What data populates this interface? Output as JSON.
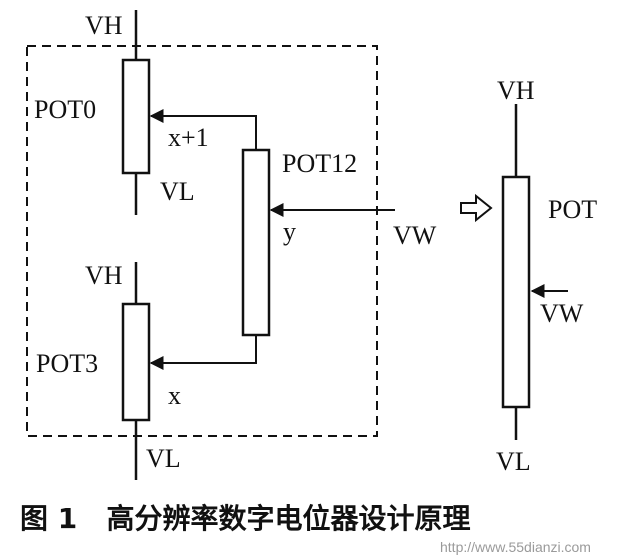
{
  "labels": {
    "pot0_vh": "VH",
    "pot0_name": "POT0",
    "pot0_vl": "VL",
    "x_plus_1": "x+1",
    "pot12_name": "POT12",
    "y": "y",
    "vw_in": "VW",
    "pot3_vh": "VH",
    "pot3_name": "POT3",
    "x": "x",
    "pot3_vl": "VL",
    "pot_vh": "VH",
    "pot_name": "POT",
    "pot_vw": "VW",
    "pot_vl": "VL"
  },
  "caption": "图 1   高分辨率数字电位器设计原理",
  "watermark": "http://www.55dianzi.com"
}
